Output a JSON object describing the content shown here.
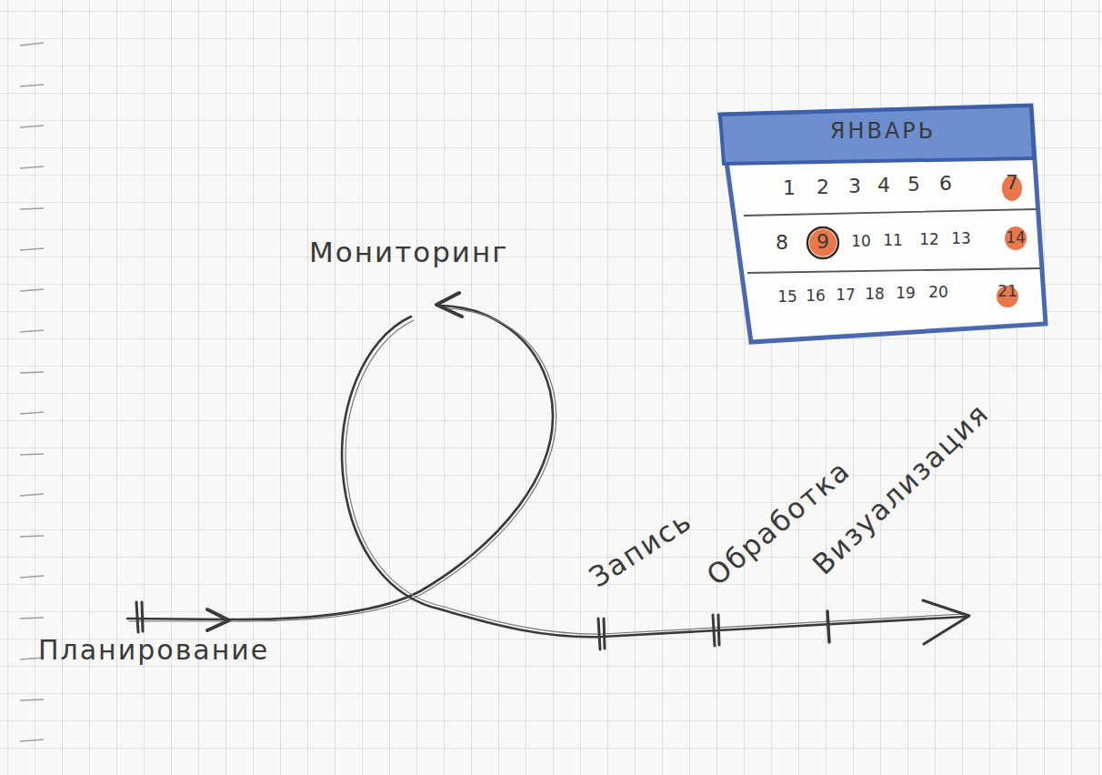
{
  "diagram": {
    "nodes": [
      {
        "text": [
          "ЯНВАРЬ"
        ]
      }
    ],
    "labels": [
      "Планирование",
      "Мониторинг",
      "Запись",
      "Обработка",
      "Визуализация",
      "1",
      "2",
      "3",
      "4",
      "5",
      "6",
      "7",
      "8",
      "9",
      "10",
      "11",
      "12",
      "13",
      "14",
      "15",
      "16",
      "17",
      "18",
      "19",
      "20",
      "21"
    ]
  }
}
